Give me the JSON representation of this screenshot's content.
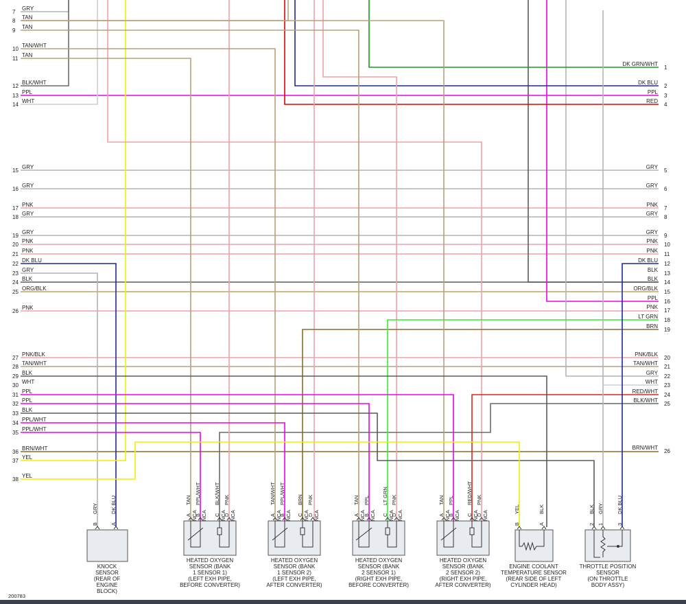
{
  "left_rows": [
    {
      "n": "7",
      "c": "GRY"
    },
    {
      "n": "8",
      "c": "TAN"
    },
    {
      "n": "9",
      "c": "TAN"
    },
    {
      "n": "10",
      "c": "TAN/WHT"
    },
    {
      "n": "11",
      "c": "TAN"
    },
    {
      "n": "12",
      "c": "BLK/WHT"
    },
    {
      "n": "13",
      "c": "PPL"
    },
    {
      "n": "14",
      "c": "WHT"
    },
    {
      "n": "15",
      "c": "GRY"
    },
    {
      "n": "16",
      "c": "GRY"
    },
    {
      "n": "17",
      "c": "PNK"
    },
    {
      "n": "18",
      "c": "GRY"
    },
    {
      "n": "19",
      "c": "GRY"
    },
    {
      "n": "20",
      "c": "PNK"
    },
    {
      "n": "21",
      "c": "PNK"
    },
    {
      "n": "22",
      "c": "DK BLU"
    },
    {
      "n": "23",
      "c": "GRY"
    },
    {
      "n": "24",
      "c": "BLK"
    },
    {
      "n": "25",
      "c": "ORG/BLK"
    },
    {
      "n": "26",
      "c": "PNK"
    },
    {
      "n": "27",
      "c": "PNK/BLK"
    },
    {
      "n": "28",
      "c": "TAN/WHT"
    },
    {
      "n": "29",
      "c": "BLK"
    },
    {
      "n": "30",
      "c": "WHT"
    },
    {
      "n": "31",
      "c": "PPL"
    },
    {
      "n": "32",
      "c": "PPL"
    },
    {
      "n": "33",
      "c": "BLK"
    },
    {
      "n": "34",
      "c": "PPL/WHT"
    },
    {
      "n": "35",
      "c": "PPL/WHT"
    },
    {
      "n": "36",
      "c": "BRN/WHT"
    },
    {
      "n": "37",
      "c": "YEL"
    },
    {
      "n": "38",
      "c": "YEL"
    }
  ],
  "right_rows": [
    {
      "n": "1",
      "c": "DK GRN/WHT"
    },
    {
      "n": "2",
      "c": "DK BLU"
    },
    {
      "n": "3",
      "c": "PPL"
    },
    {
      "n": "4",
      "c": "RED"
    },
    {
      "n": "5",
      "c": "GRY"
    },
    {
      "n": "6",
      "c": "GRY"
    },
    {
      "n": "7",
      "c": "PNK"
    },
    {
      "n": "8",
      "c": "GRY"
    },
    {
      "n": "9",
      "c": "GRY"
    },
    {
      "n": "10",
      "c": "PNK"
    },
    {
      "n": "11",
      "c": "PNK"
    },
    {
      "n": "12",
      "c": "DK BLU"
    },
    {
      "n": "13",
      "c": "BLK"
    },
    {
      "n": "14",
      "c": "BLK"
    },
    {
      "n": "15",
      "c": "ORG/BLK"
    },
    {
      "n": "16",
      "c": "PPL"
    },
    {
      "n": "17",
      "c": "PNK"
    },
    {
      "n": "18",
      "c": "LT GRN"
    },
    {
      "n": "19",
      "c": "BRN"
    },
    {
      "n": "20",
      "c": "PNK/BLK"
    },
    {
      "n": "21",
      "c": "TAN/WHT"
    },
    {
      "n": "22",
      "c": "GRY"
    },
    {
      "n": "23",
      "c": "WHT"
    },
    {
      "n": "24",
      "c": "RED/WHT"
    },
    {
      "n": "25",
      "c": "BLK/WHT"
    },
    {
      "n": "26",
      "c": "BRN/WHT"
    }
  ],
  "components": [
    {
      "title": [
        "KNOCK",
        "SENSOR",
        "(REAR OF",
        "ENGINE",
        "BLOCK)"
      ],
      "pins": [
        {
          "letter": "B",
          "wire": "GRY",
          "nca": false
        },
        {
          "letter": "A",
          "wire": "DK BLU",
          "nca": false
        }
      ]
    },
    {
      "title": [
        "HEATED OXYGEN",
        "SENSOR (BANK",
        "1 SENSOR 1)",
        "(LEFT EXH PIPE,",
        "BEFORE CONVERTER)"
      ],
      "pins": [
        {
          "letter": "A",
          "wire": "TAN",
          "nca": true
        },
        {
          "letter": "B",
          "wire": "PPL/WHT",
          "nca": true
        },
        {
          "letter": "C",
          "wire": "BLK/WHT",
          "nca": true
        },
        {
          "letter": "D",
          "wire": "PNK",
          "nca": true
        }
      ]
    },
    {
      "title": [
        "HEATED OXYGEN",
        "SENSOR (BANK",
        "1 SENSOR 2)",
        "(LEFT EXH PIPE,",
        "AFTER CONVERTER)"
      ],
      "pins": [
        {
          "letter": "A",
          "wire": "TAN/WHT",
          "nca": true
        },
        {
          "letter": "B",
          "wire": "PPL/WHT",
          "nca": true
        },
        {
          "letter": "C",
          "wire": "BRN",
          "nca": true
        },
        {
          "letter": "D",
          "wire": "PNK",
          "nca": true
        }
      ]
    },
    {
      "title": [
        "HEATED OXYGEN",
        "SENSOR (BANK",
        "2 SENSOR 1)",
        "(RIGHT EXH PIPE,",
        "BEFORE CONVERTER)"
      ],
      "pins": [
        {
          "letter": "A",
          "wire": "TAN",
          "nca": true
        },
        {
          "letter": "B",
          "wire": "PPL",
          "nca": true
        },
        {
          "letter": "C",
          "wire": "LT GRN",
          "nca": true
        },
        {
          "letter": "D",
          "wire": "PNK",
          "nca": true
        }
      ]
    },
    {
      "title": [
        "HEATED OXYGEN",
        "SENSOR (BANK",
        "2 SENSOR 2)",
        "(RIGHT EXH PIPE,",
        "AFTER CONVERTER)"
      ],
      "pins": [
        {
          "letter": "A",
          "wire": "TAN",
          "nca": true
        },
        {
          "letter": "B",
          "wire": "PPL",
          "nca": true
        },
        {
          "letter": "C",
          "wire": "RED/WHT",
          "nca": true
        },
        {
          "letter": "D",
          "wire": "PNK",
          "nca": true
        }
      ]
    },
    {
      "title": [
        "ENGINE COOLANT",
        "TEMPERATURE SENSOR",
        "(REAR SIDE OF LEFT",
        "CYLINDER HEAD)"
      ],
      "pins": [
        {
          "letter": "B",
          "wire": "YEL",
          "nca": false
        },
        {
          "letter": "A",
          "wire": "BLK",
          "nca": false
        }
      ]
    },
    {
      "title": [
        "THROTTLE POSITION",
        "SENSOR",
        "(ON THROTTLE",
        "BODY ASSY)"
      ],
      "pins": [
        {
          "letter": "2",
          "wire": "BLK",
          "nca": false
        },
        {
          "letter": "1",
          "wire": "GRY",
          "nca": false
        },
        {
          "letter": "3",
          "wire": "DK BLU",
          "nca": false
        }
      ]
    }
  ],
  "nca_label": "NCA",
  "reference_number": "200783",
  "colors": {
    "GRY": "#b4b4b4",
    "TAN": "#b8a078",
    "TAN/WHT": "#b8a078",
    "BLK": "#5a5a5a",
    "BLK/WHT": "#6a6a6a",
    "WHT": "#cfcfcf",
    "PPL": "#ee00ee",
    "PPL/WHT": "#ee00ee",
    "PNK": "#f2a0a8",
    "PNK/BLK": "#f2a0a8",
    "DK BLU": "#1a2a9a",
    "ORG/BLK": "#c8a060",
    "BRN": "#8a6a2a",
    "BRN/WHT": "#8a6a2a",
    "YEL": "#f2ee00",
    "LT GRN": "#33ee33",
    "DK GRN/WHT": "#1a9a1a",
    "RED": "#dd0000",
    "RED/WHT": "#dd2222"
  }
}
